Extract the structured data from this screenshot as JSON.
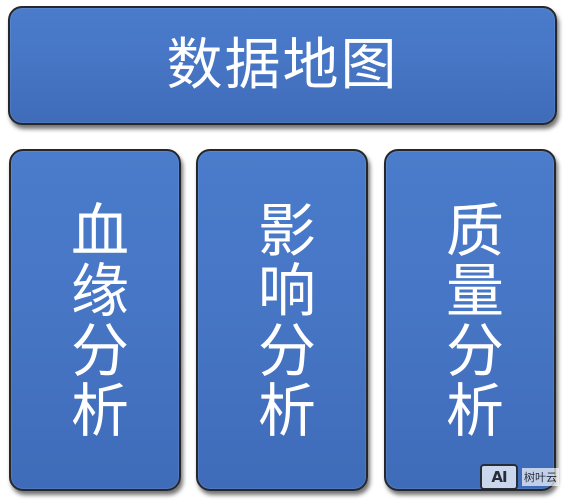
{
  "diagram": {
    "top": {
      "label": "数据地图"
    },
    "columns": [
      {
        "label": "血缘分析"
      },
      {
        "label": "影响分析"
      },
      {
        "label": "质量分析"
      }
    ]
  },
  "watermark": {
    "badge": "AI",
    "text": "树叶云"
  },
  "colors": {
    "box_fill": "#4675c4",
    "box_border": "#26272a",
    "text": "#ffffff",
    "background": "#ffffff"
  }
}
